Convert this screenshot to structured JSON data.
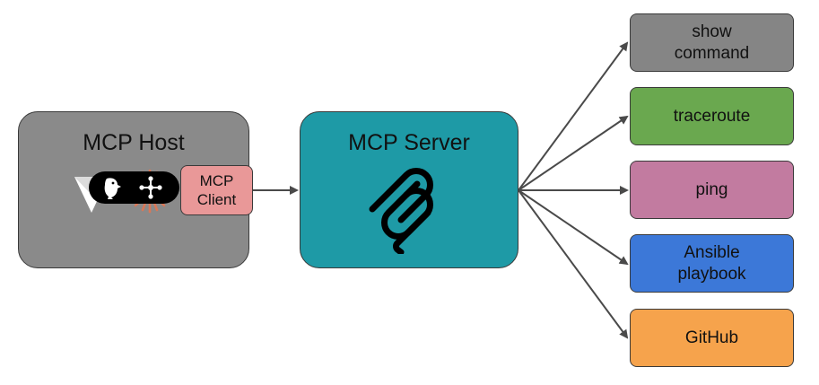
{
  "host": {
    "title": "MCP Host",
    "color": "#8a8a8a"
  },
  "client": {
    "label": "MCP Client",
    "color": "#e99898"
  },
  "server": {
    "title": "MCP Server",
    "color": "#1e9aa6"
  },
  "tools": [
    {
      "label": "show command",
      "color": "#858585"
    },
    {
      "label": "traceroute",
      "color": "#6aa84f"
    },
    {
      "label": "ping",
      "color": "#c27ba0"
    },
    {
      "label": "Ansible playbook",
      "color": "#3c78d8"
    },
    {
      "label": "GitHub",
      "color": "#f6a34c"
    }
  ],
  "icons": {
    "host": [
      "cube-icon",
      "sparkle-icon",
      "parrot-icon",
      "network-icon"
    ],
    "server": "mcp-logo-icon"
  }
}
